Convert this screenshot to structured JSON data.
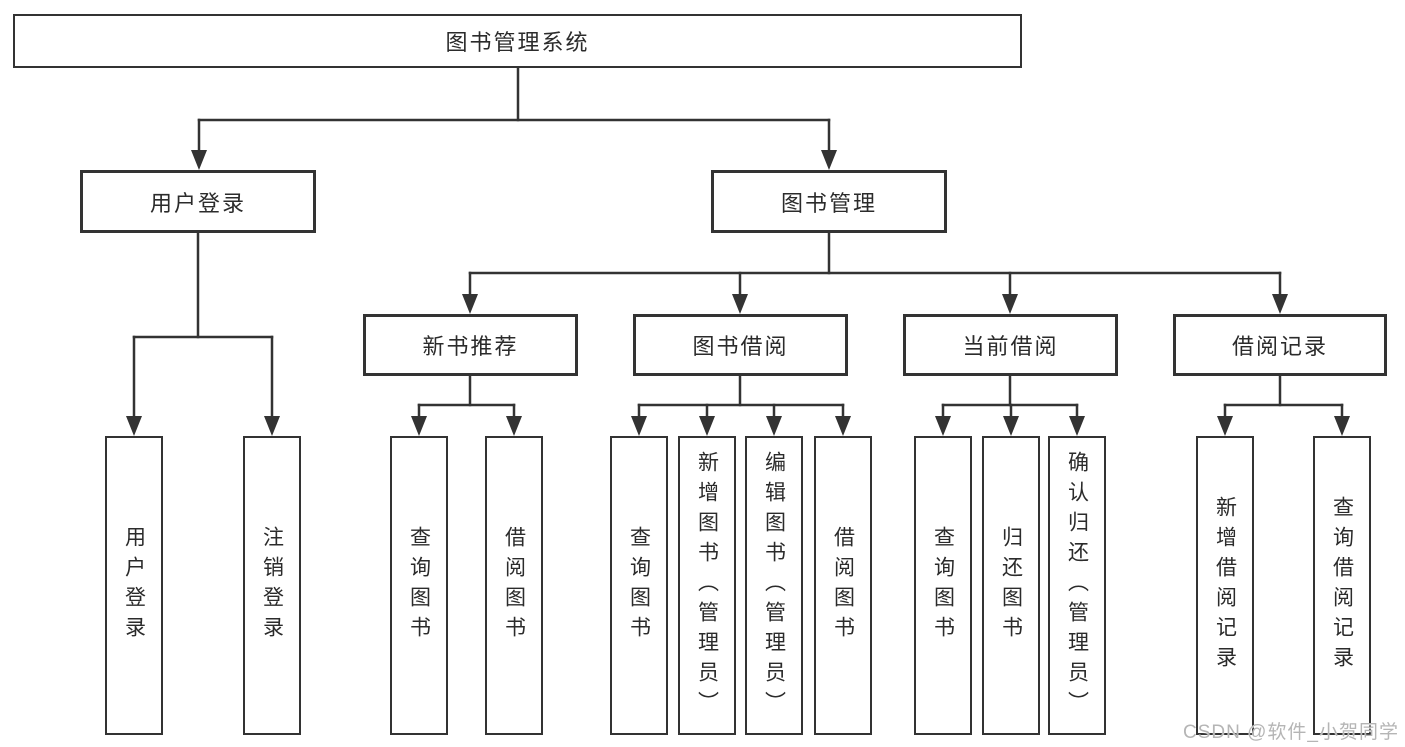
{
  "diagram": {
    "root": {
      "label": "图书管理系统"
    },
    "level2": [
      {
        "label": "用户登录"
      },
      {
        "label": "图书管理"
      }
    ],
    "level3": [
      {
        "label": "新书推荐"
      },
      {
        "label": "图书借阅"
      },
      {
        "label": "当前借阅"
      },
      {
        "label": "借阅记录"
      }
    ],
    "leaves": [
      {
        "label": "用户登录"
      },
      {
        "label": "注销登录"
      },
      {
        "label": "查询图书"
      },
      {
        "label": "借阅图书"
      },
      {
        "label": "查询图书"
      },
      {
        "label": "新增图书（管理员）"
      },
      {
        "label": "编辑图书（管理员）"
      },
      {
        "label": "借阅图书"
      },
      {
        "label": "查询图书"
      },
      {
        "label": "归还图书"
      },
      {
        "label": "确认归还（管理员）"
      },
      {
        "label": "新增借阅记录"
      },
      {
        "label": "查询借阅记录"
      }
    ]
  },
  "watermark": {
    "text": "CSDN @软件_小贺同学"
  },
  "colors": {
    "line": "#333333",
    "box_border": "#333333",
    "text": "#2b2b2b",
    "watermark": "#b5b5b5",
    "background": "#ffffff"
  }
}
